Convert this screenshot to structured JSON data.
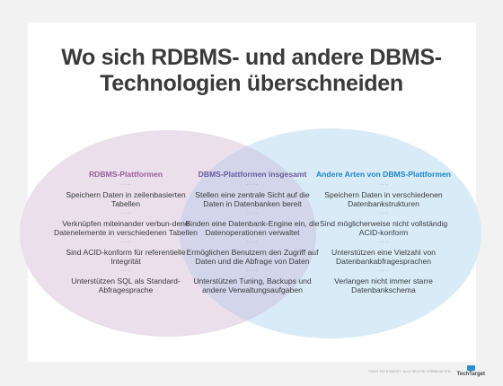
{
  "title": {
    "line1": "Wo sich RDBMS- und andere DBMS-",
    "line2": "Technologien überschneiden"
  },
  "colors": {
    "left_circle": "#e8dce8",
    "right_circle": "#d9ecf8",
    "overlap": "#d4d6ec",
    "left_heading": "#9a5d9a",
    "middle_heading": "#6a5aa0",
    "right_heading": "#1a86c8"
  },
  "left": {
    "heading": "RDBMS-Plattformen",
    "items": [
      "Speichern Daten in zeilenbasierten Tabellen",
      "Verknüpfen miteinander verbun-dene Datenelemente in verschiedenen Tabellen",
      "Sind ACID-konform für referentielle Integrität",
      "Unterstützen SQL als Standard-Abfragesprache"
    ]
  },
  "middle": {
    "heading": "DBMS-Plattformen insgesamt",
    "items": [
      "Stellen eine zentrale Sicht auf die Daten in Datenbanken bereit",
      "Binden eine Datenbank-Engine ein, die Datenoperationen verwaltet",
      "Ermöglichen Benutzern den Zugriff auf Daten und die Abfrage von Daten",
      "Unterstützen Tuning, Backups und andere Verwaltungsaufgaben"
    ]
  },
  "right": {
    "heading": "Andere Arten von DBMS-Plattformen",
    "items": [
      "Speichern Daten in verschiedenen Datenbankstrukturen",
      "Sind möglicherweise nicht vollständig ACID-konform",
      "Unterstützen eine Vielzahl von Datenbankabfragesprachen",
      "Verlangen nicht immer starre Datenbankschema"
    ]
  },
  "separator": "·····",
  "footer": {
    "copyright": "©2023 TECHTARGET. ALLE RECHTE VORBEHALTEN.",
    "brand": "TechTarget"
  }
}
